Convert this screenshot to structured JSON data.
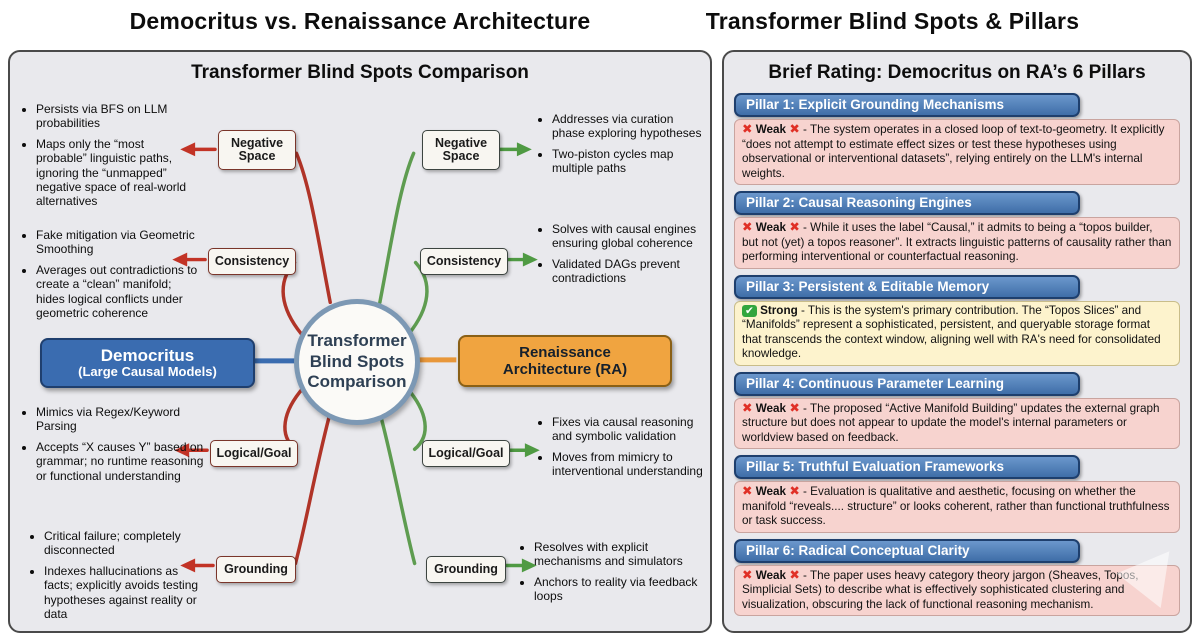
{
  "titles": {
    "left": "Democritus vs. Renaissance Architecture",
    "right": "Transformer Blind Spots & Pillars"
  },
  "diagram": {
    "title": "Transformer Blind Spots Comparison",
    "center_label": "Transformer\nBlind Spots\nComparison",
    "democritus": {
      "line1": "Democritus",
      "line2": "(Large Causal Models)"
    },
    "ra": {
      "line1": "Renaissance",
      "line2": "Architecture (RA)"
    },
    "left_branches": [
      {
        "label": "Negative Space",
        "bullets": [
          "Persists via BFS on LLM probabilities",
          "Maps only the “most probable” linguistic paths, ignoring the “unmapped” negative space of real-world alternatives"
        ]
      },
      {
        "label": "Consistency",
        "bullets": [
          "Fake mitigation via Geometric Smoothing",
          "Averages out contradictions to create a “clean” manifold; hides logical conflicts under geometric coherence"
        ]
      },
      {
        "label": "Logical/Goal",
        "bullets": [
          "Mimics via Regex/Keyword Parsing",
          "Accepts “X causes Y” based on grammar; no runtime reasoning or functional understanding"
        ]
      },
      {
        "label": "Grounding",
        "bullets": [
          "Critical failure; completely disconnected",
          "Indexes hallucinations as facts; explicitly avoids testing hypotheses against reality or data"
        ]
      }
    ],
    "right_branches": [
      {
        "label": "Negative Space",
        "bullets": [
          "Addresses via curation phase exploring hypotheses",
          "Two-piston cycles map multiple paths"
        ]
      },
      {
        "label": "Consistency",
        "bullets": [
          "Solves with causal engines ensuring global coherence",
          "Validated DAGs prevent contradictions"
        ]
      },
      {
        "label": "Logical/Goal",
        "bullets": [
          "Fixes via causal reasoning and symbolic validation",
          "Moves from mimicry to interventional understanding"
        ]
      },
      {
        "label": "Grounding",
        "bullets": [
          "Resolves with explicit mechanisms and simulators",
          "Anchors to reality via feedback loops"
        ]
      }
    ]
  },
  "ratings": {
    "title": "Brief Rating: Democritus on RA’s 6 Pillars",
    "pillars": [
      {
        "header": "Pillar 1: Explicit Grounding Mechanisms",
        "rating": "Weak",
        "tone": "weak",
        "icon_pre": "✖",
        "icon_post": "✖",
        "text": "- The system operates in a closed loop of text-to-geometry. It explicitly “does not attempt to estimate effect sizes or test these hypotheses using observational or interventional datasets”, relying entirely on the LLM's internal weights."
      },
      {
        "header": "Pillar 2: Causal Reasoning Engines",
        "rating": "Weak",
        "tone": "weak",
        "icon_pre": "✖",
        "icon_post": "✖",
        "text": "- While it uses the label “Causal,” it admits to being a “topos builder, but not (yet) a topos reasoner”. It extracts linguistic patterns of causality rather than performing interventional or counterfactual reasoning."
      },
      {
        "header": "Pillar 3: Persistent & Editable Memory",
        "rating": "Strong",
        "tone": "strong",
        "icon_pre": "✔",
        "icon_post": "",
        "text": "- This is the system's primary contribution. The “Topos Slices” and “Manifolds” represent a sophisticated, persistent, and queryable storage format that transcends the context window, aligning well with RA's need for consolidated knowledge."
      },
      {
        "header": "Pillar 4: Continuous Parameter Learning",
        "rating": "Weak",
        "tone": "weak",
        "icon_pre": "✖",
        "icon_post": "✖",
        "text": "- The proposed “Active Manifold Building” updates the external graph structure but does not appear to update the model's internal parameters or worldview based on feedback."
      },
      {
        "header": "Pillar 5: Truthful Evaluation Frameworks",
        "rating": "Weak",
        "tone": "weak",
        "icon_pre": "✖",
        "icon_post": "✖",
        "text": "- Evaluation is qualitative and aesthetic, focusing on whether the manifold “reveals.... structure” or looks coherent, rather than functional truthfulness or task success."
      },
      {
        "header": "Pillar 6: Radical Conceptual Clarity",
        "rating": "Weak",
        "tone": "weak",
        "icon_pre": "✖",
        "icon_post": "✖",
        "text": "- The paper uses heavy category theory jargon (Sheaves, Topos, Simplicial Sets) to describe what is effectively sophisticated clustering and visualization, obscuring the lack of functional reasoning mechanism."
      }
    ]
  },
  "colors": {
    "democritus_blue": "#3a6cb0",
    "ra_orange": "#f0a440",
    "left_branch_red": "#b03428",
    "right_branch_green": "#5e9c50",
    "pillar_header_blue": "#4f81bd",
    "weak_bg": "#f7d3cf",
    "strong_bg": "#fdf3cd",
    "panel_bg": "#e9e9ed"
  }
}
